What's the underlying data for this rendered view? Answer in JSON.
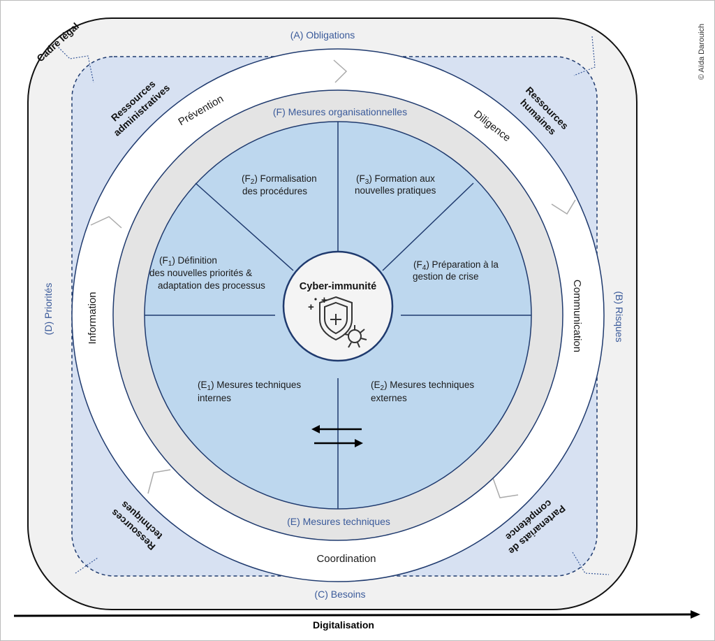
{
  "outer": {
    "frame_label": "Cadre légal",
    "top": "(A) Obligations",
    "right": "(B) Risques",
    "bottom": "(C) Besoins",
    "left": "(D) Priorités"
  },
  "corners": {
    "top_left": [
      "Ressources",
      "administratives"
    ],
    "top_right": [
      "Ressources",
      "humaines"
    ],
    "bottom_left": [
      "Ressources",
      "techniques"
    ],
    "bottom_right": [
      "Partenariats de",
      "compétence"
    ]
  },
  "ring": {
    "top_left": "Prévention",
    "top_right": "Diligence",
    "right": "Communication",
    "bottom": "Coordination",
    "left": "Information"
  },
  "inner_ring": {
    "top": "(F) Mesures organisationnelles",
    "bottom": "(E) Mesures techniques"
  },
  "sectors": {
    "f1": {
      "prefix": "(F",
      "sub": "1",
      "suffix": ") Définition",
      "lines": [
        "des nouvelles priorités &",
        "adaptation des processus"
      ]
    },
    "f2": {
      "prefix": "(F",
      "sub": "2",
      "suffix": ") Formalisation",
      "lines": [
        "des procédures"
      ]
    },
    "f3": {
      "prefix": "(F",
      "sub": "3",
      "suffix": ") Formation aux",
      "lines": [
        "nouvelles pratiques"
      ]
    },
    "f4": {
      "prefix": "(F",
      "sub": "4",
      "suffix": ") Préparation à la",
      "lines": [
        "gestion de crise"
      ]
    },
    "e1": {
      "prefix": "(E",
      "sub": "1",
      "suffix": ") Mesures techniques",
      "lines": [
        "internes"
      ]
    },
    "e2": {
      "prefix": "(E",
      "sub": "2",
      "suffix": ") Mesures techniques",
      "lines": [
        "externes"
      ]
    }
  },
  "center": {
    "title": "Cyber-immunité",
    "icon": "shield-virus-icon"
  },
  "axis": {
    "label": "Digitalisation"
  },
  "copyright": "© Aïda Darouich",
  "colors": {
    "band_grey": "#f1f1f1",
    "corner_blue": "#d7e1f2",
    "pie_blue": "#bdd7ee",
    "inner_ring_grey": "#e4e4e4",
    "line_navy": "#1f3a6e",
    "label_blue": "#3a5a9a"
  }
}
